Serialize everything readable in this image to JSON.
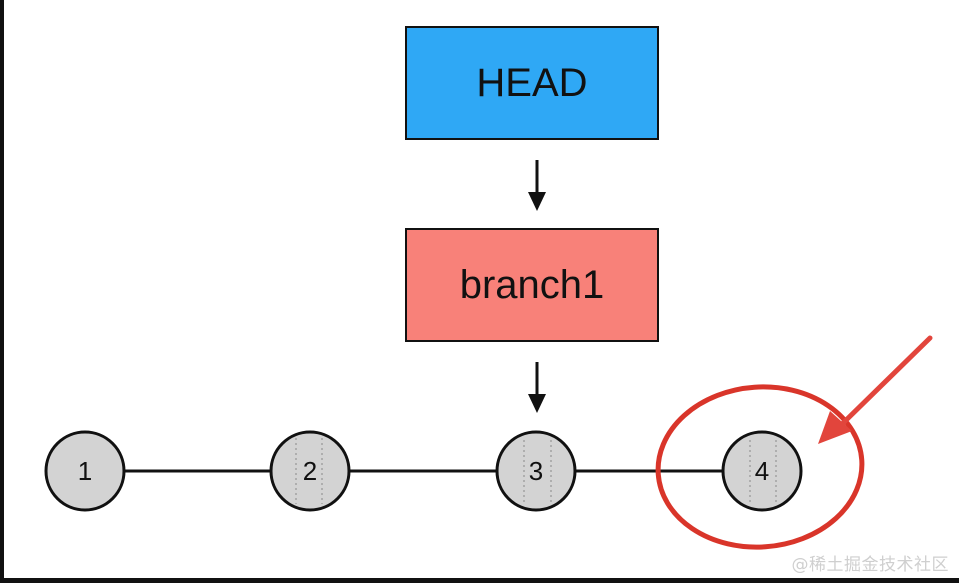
{
  "diagram": {
    "head_label": "HEAD",
    "branch_label": "branch1",
    "commits": [
      {
        "label": "1"
      },
      {
        "label": "2"
      },
      {
        "label": "3"
      },
      {
        "label": "4"
      }
    ],
    "highlighted_commit": "4"
  },
  "colors": {
    "head_fill": "#2fa8f5",
    "branch_fill": "#f88179",
    "commit_fill": "#d3d3d3",
    "highlight": "#d9352a"
  },
  "watermark": "@稀土掘金技术社区"
}
